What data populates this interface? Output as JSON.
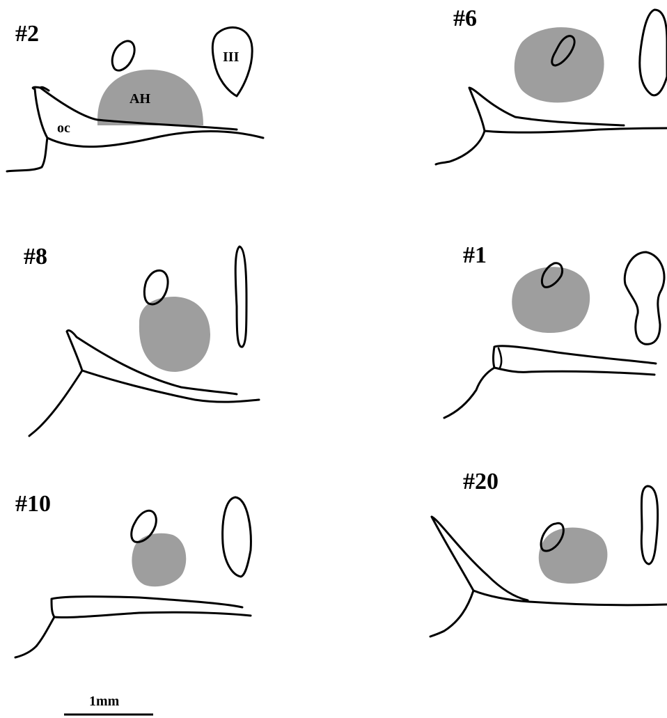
{
  "panels": [
    {
      "label": "#2",
      "annotations": {
        "lesion": "AH",
        "chiasm": "oc",
        "ventricle": "III"
      }
    },
    {
      "label": "#6"
    },
    {
      "label": "#8"
    },
    {
      "label": "#1"
    },
    {
      "label": "#10"
    },
    {
      "label": "#20"
    }
  ],
  "scale_bar": {
    "label": "1mm"
  },
  "colors": {
    "lesion_fill": "#9e9e9e",
    "outline": "#000000",
    "background": "#ffffff"
  }
}
